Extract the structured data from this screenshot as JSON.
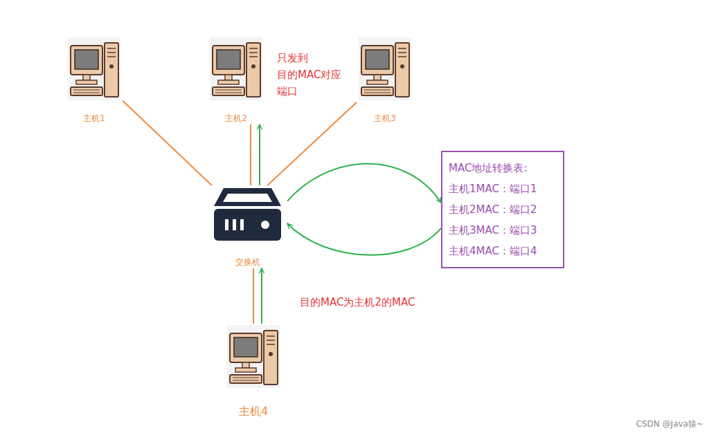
{
  "diagram": {
    "nodes": [
      {
        "text": [
          "主机1"
        ]
      },
      {
        "text": [
          "主机2"
        ]
      },
      {
        "text": [
          "主机3"
        ]
      },
      {
        "text": [
          "交换机"
        ]
      },
      {
        "text": [
          "MAC地址转换表:",
          "主机1MAC：端口1",
          "主机2MAC：端口2",
          "主机3MAC：端口3",
          "主机4MAC：端口4"
        ]
      },
      {
        "text": [
          "主机4"
        ]
      }
    ],
    "edges": [
      {
        "from": 0,
        "to": 3,
        "arrow": "none"
      },
      {
        "from": 1,
        "to": 3,
        "arrow": "none"
      },
      {
        "from": 2,
        "to": 3,
        "arrow": "none"
      },
      {
        "from": 5,
        "to": 3,
        "arrow": "none"
      },
      {
        "from": 5,
        "to": 3,
        "arrow": "to",
        "label": "目的MAC为主机2的MAC"
      },
      {
        "from": 3,
        "to": 1,
        "arrow": "to",
        "label": "只发到 目的MAC对应 端口"
      },
      {
        "from": 3,
        "to": 4,
        "arrow": "to"
      },
      {
        "from": 4,
        "to": 3,
        "arrow": "to"
      }
    ],
    "labels": [
      "CSDN @Java猿~"
    ]
  }
}
